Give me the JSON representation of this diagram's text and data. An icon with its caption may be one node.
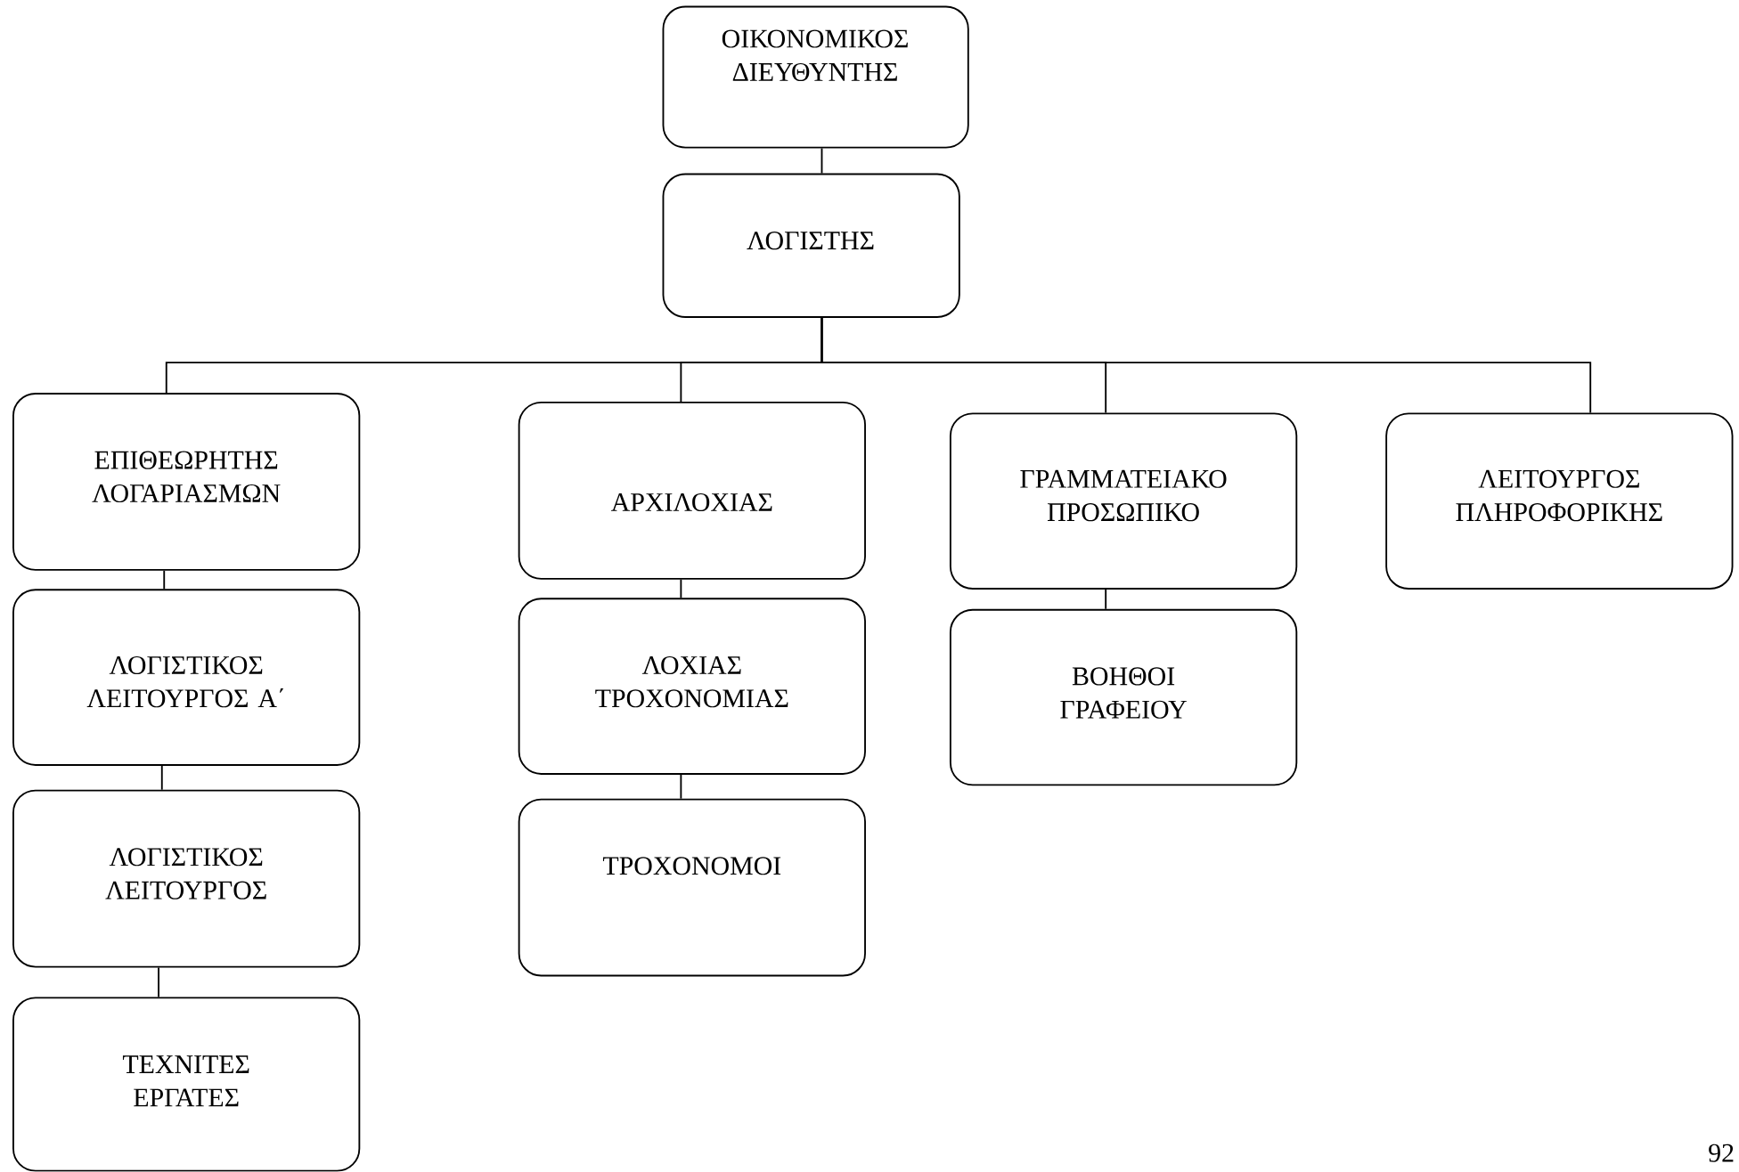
{
  "diagram": {
    "nodes": [
      {
        "text": [
          "ΟΙΚΟΝΟΜΙΚΟΣ ΔΙΕΥΘΥΝΤΗΣ"
        ]
      },
      {
        "text": [
          "ΛΟΓΙΣΤΗΣ"
        ]
      },
      {
        "text": [
          "ΕΠΙΘΕΩΡΗΤΗΣ ΛΟΓΑΡΙΑΣΜΩΝ"
        ]
      },
      {
        "text": [
          "ΛΟΓΙΣΤΙΚΟΣ ΛΕΙΤΟΥΡΓΟΣ Α΄"
        ]
      },
      {
        "text": [
          "ΛΟΓΙΣΤΙΚΟΣ ΛΕΙΤΟΥΡΓΟΣ"
        ]
      },
      {
        "text": [
          "ΤΕΧΝΙΤΕΣ ΕΡΓΑΤΕΣ"
        ]
      },
      {
        "text": [
          "ΑΡΧΙΛΟΧΙΑΣ"
        ]
      },
      {
        "text": [
          "ΛΟΧΙΑΣ ΤΡΟΧΟΝΟΜΙΑΣ"
        ]
      },
      {
        "text": [
          "ΤΡΟΧΟΝΟΜΟΙ"
        ]
      },
      {
        "text": [
          "ΓΡΑΜΜΑΤΕΙΑΚΟ ΠΡΟΣΩΠΙΚΟ"
        ]
      },
      {
        "text": [
          "ΒΟΗΘΟΙ ΓΡΑΦΕΙΟΥ"
        ]
      },
      {
        "text": [
          "ΛΕΙΤΟΥΡΓΟΣ ΠΛΗΡΟΦΟΡΙΚΗΣ"
        ]
      }
    ],
    "edges": [
      {
        "from": 0,
        "to": 1,
        "arrow": "none"
      },
      {
        "from": 1,
        "to": 2,
        "arrow": "none"
      },
      {
        "from": 1,
        "to": 6,
        "arrow": "none"
      },
      {
        "from": 1,
        "to": 9,
        "arrow": "none"
      },
      {
        "from": 1,
        "to": 11,
        "arrow": "none"
      },
      {
        "from": 2,
        "to": 3,
        "arrow": "none"
      },
      {
        "from": 3,
        "to": 4,
        "arrow": "none"
      },
      {
        "from": 4,
        "to": 5,
        "arrow": "none"
      },
      {
        "from": 6,
        "to": 7,
        "arrow": "none"
      },
      {
        "from": 7,
        "to": 8,
        "arrow": "none"
      },
      {
        "from": 9,
        "to": 10,
        "arrow": "none"
      }
    ],
    "labels": [
      "92"
    ]
  }
}
